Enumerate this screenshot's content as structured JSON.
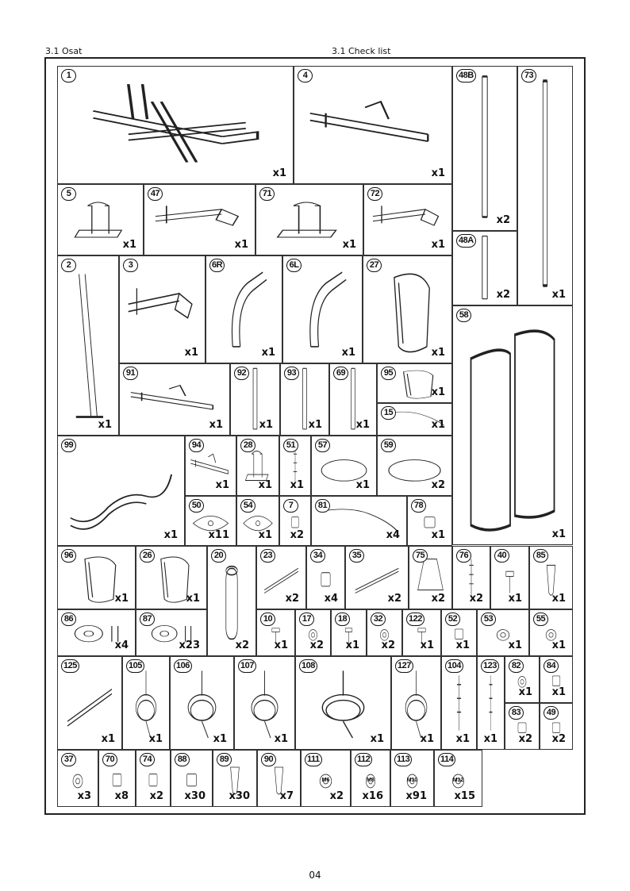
{
  "header": {
    "left": "3.1  Osat",
    "right": "3.1  Check list"
  },
  "page_number": "04",
  "parts": [
    {
      "id": "1",
      "qty": "x1"
    },
    {
      "id": "4",
      "qty": "x1"
    },
    {
      "id": "48B",
      "qty": "x2"
    },
    {
      "id": "73",
      "qty": "x1"
    },
    {
      "id": "5",
      "qty": "x1"
    },
    {
      "id": "47",
      "qty": "x1"
    },
    {
      "id": "71",
      "qty": "x1"
    },
    {
      "id": "72",
      "qty": "x1"
    },
    {
      "id": "48A",
      "qty": "x2"
    },
    {
      "id": "2",
      "qty": "x1"
    },
    {
      "id": "3",
      "qty": "x1"
    },
    {
      "id": "6R",
      "qty": "x1"
    },
    {
      "id": "6L",
      "qty": "x1"
    },
    {
      "id": "27",
      "qty": "x1"
    },
    {
      "id": "58",
      "qty": "x1"
    },
    {
      "id": "91",
      "qty": "x1"
    },
    {
      "id": "92",
      "qty": "x1"
    },
    {
      "id": "93",
      "qty": "x1"
    },
    {
      "id": "69",
      "qty": "x1"
    },
    {
      "id": "95",
      "qty": "x1"
    },
    {
      "id": "15",
      "qty": "x1"
    },
    {
      "id": "99",
      "qty": "x1"
    },
    {
      "id": "94",
      "qty": "x1"
    },
    {
      "id": "28",
      "qty": "x1"
    },
    {
      "id": "51",
      "qty": "x1"
    },
    {
      "id": "57",
      "qty": "x1"
    },
    {
      "id": "59",
      "qty": "x2"
    },
    {
      "id": "50",
      "qty": "x11"
    },
    {
      "id": "54",
      "qty": "x1"
    },
    {
      "id": "7",
      "qty": "x2"
    },
    {
      "id": "81",
      "qty": "x4"
    },
    {
      "id": "78",
      "qty": "x1"
    },
    {
      "id": "96",
      "qty": "x1"
    },
    {
      "id": "26",
      "qty": "x1"
    },
    {
      "id": "20",
      "qty": "x2"
    },
    {
      "id": "23",
      "qty": "x2"
    },
    {
      "id": "34",
      "qty": "x4"
    },
    {
      "id": "35",
      "qty": "x2"
    },
    {
      "id": "75",
      "qty": "x2"
    },
    {
      "id": "76",
      "qty": "x2"
    },
    {
      "id": "40",
      "qty": "x1"
    },
    {
      "id": "85",
      "qty": "x1"
    },
    {
      "id": "86",
      "qty": "x4"
    },
    {
      "id": "87",
      "qty": "x23"
    },
    {
      "id": "10",
      "qty": "x1"
    },
    {
      "id": "17",
      "qty": "x2"
    },
    {
      "id": "18",
      "qty": "x1"
    },
    {
      "id": "32",
      "qty": "x2"
    },
    {
      "id": "122",
      "qty": "x1"
    },
    {
      "id": "52",
      "qty": "x1"
    },
    {
      "id": "53",
      "qty": "x1"
    },
    {
      "id": "55",
      "qty": "x1"
    },
    {
      "id": "125",
      "qty": "x1"
    },
    {
      "id": "105",
      "qty": "x1"
    },
    {
      "id": "106",
      "qty": "x1"
    },
    {
      "id": "107",
      "qty": "x1"
    },
    {
      "id": "108",
      "qty": "x1"
    },
    {
      "id": "127",
      "qty": "x1"
    },
    {
      "id": "104",
      "qty": "x1"
    },
    {
      "id": "123",
      "qty": "x1"
    },
    {
      "id": "82",
      "qty": "x1"
    },
    {
      "id": "84",
      "qty": "x1"
    },
    {
      "id": "83",
      "qty": "x2"
    },
    {
      "id": "49",
      "qty": "x2"
    },
    {
      "id": "37",
      "qty": "x3"
    },
    {
      "id": "70",
      "qty": "x8"
    },
    {
      "id": "74",
      "qty": "x2"
    },
    {
      "id": "88",
      "qty": "x30"
    },
    {
      "id": "89",
      "qty": "x30"
    },
    {
      "id": "90",
      "qty": "x7"
    },
    {
      "id": "111",
      "qty": "x2"
    },
    {
      "id": "112",
      "qty": "x16"
    },
    {
      "id": "113",
      "qty": "x91"
    },
    {
      "id": "114",
      "qty": "x15"
    }
  ],
  "nut_labels": {
    "111": "M6",
    "112": "M8",
    "113": "M10",
    "114": "M12"
  }
}
